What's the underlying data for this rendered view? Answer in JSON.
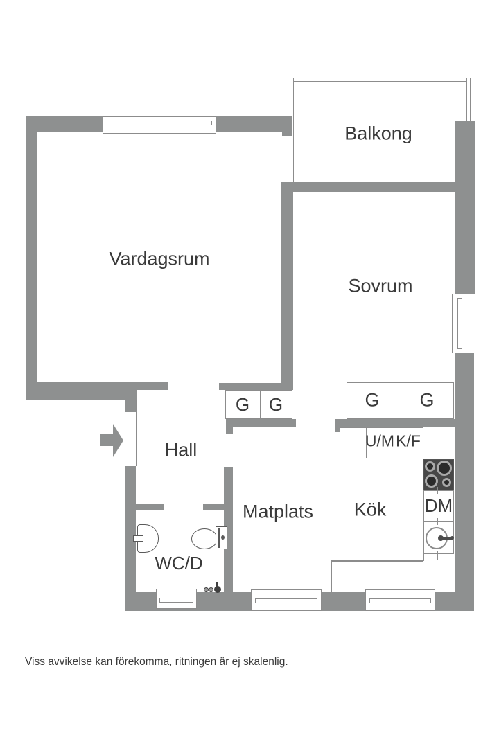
{
  "colors": {
    "wall": "#8E9090",
    "outline": "#8C8C8C",
    "text": "#3A3A3A",
    "stove": "#474747",
    "fixture": "#5A5A5A",
    "dash": "#777777"
  },
  "rooms": {
    "balcony": "Balkong",
    "living_room": "Vardagsrum",
    "bedroom": "Sovrum",
    "hall": "Hall",
    "dining": "Matplats",
    "kitchen": "Kök",
    "bathroom": "WC/D"
  },
  "wardrobes": [
    "G",
    "G",
    "G",
    "G"
  ],
  "appliances": {
    "washer": "U/M",
    "fridge_freezer": "K/F",
    "dishwasher": "DM"
  },
  "icons": {
    "entrance": "entrance-arrow-icon",
    "stove": "stove-icon",
    "kitchen_sink": "kitchen-sink-icon",
    "washbasin": "washbasin-icon",
    "toilet": "toilet-icon",
    "shower_mixer": "shower-mixer-icon",
    "windows": "window-icon",
    "balcony_railing": "balcony-railing-icon"
  },
  "disclaimer": "Viss avvikelse kan förekomma, ritningen är ej skalenlig."
}
